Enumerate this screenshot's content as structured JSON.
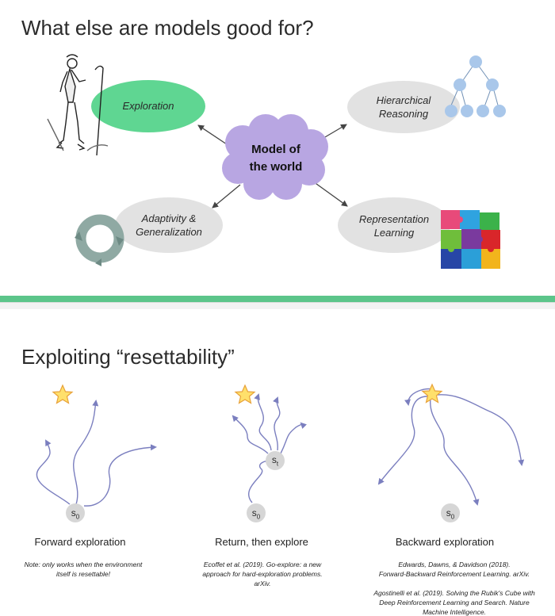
{
  "slide1": {
    "title": "What else are models good for?",
    "center": {
      "line1": "Model of",
      "line2": "the world"
    },
    "nodes": {
      "exploration": "Exploration",
      "hierarchical": {
        "line1": "Hierarchical",
        "line2": "Reasoning"
      },
      "adaptivity": {
        "line1": "Adaptivity &",
        "line2": "Generalization"
      },
      "representation": {
        "line1": "Representation",
        "line2": "Learning"
      }
    },
    "icons": [
      "hiker-icon",
      "tree-icon",
      "cycle-arrows-icon",
      "puzzle-icon"
    ],
    "colors": {
      "exploration": "#5fd692",
      "center_cloud": "#b8a6e2",
      "gray_ellipse": "#e2e2e2",
      "tree": "#a9c7ea"
    }
  },
  "slide2": {
    "title": "Exploiting “resettability”",
    "panels": [
      {
        "caption": "Forward exploration",
        "start_state": {
          "base": "s",
          "sub": "0"
        },
        "note": [
          "Note: only works when the environment",
          "itself is resettable!"
        ]
      },
      {
        "caption": "Return, then explore",
        "start_state": {
          "base": "s",
          "sub": "0"
        },
        "mid_state": {
          "base": "s",
          "sub": "t"
        },
        "note": [
          "Ecoffet et al. (2019). Go-explore: a new",
          "approach for hard-exploration problems.",
          "arXiv."
        ]
      },
      {
        "caption": "Backward exploration",
        "start_state": {
          "base": "s",
          "sub": "0"
        },
        "note": [
          "Edwards, Dawns, & Davidson (2018).",
          "Forward-Backward Reinforcement Learning. arXiv."
        ],
        "note2": [
          "Agostinelli et al. (2019). Solving the Rubik's Cube with",
          "Deep Reinforcement Learning and Search. Nature",
          "Machine Intelligence."
        ]
      }
    ],
    "colors": {
      "path": "#7b7fbf",
      "star_fill": "#ffe06b",
      "star_stroke": "#e8a23a",
      "state": "#d6d6d6"
    }
  }
}
